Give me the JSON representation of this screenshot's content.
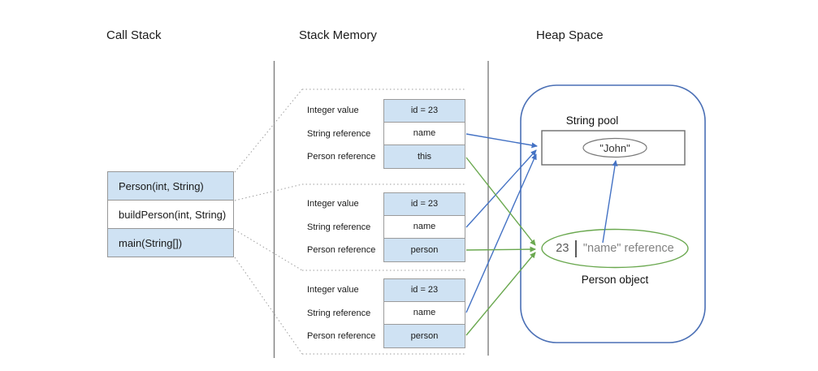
{
  "titles": {
    "call_stack": "Call Stack",
    "stack_memory": "Stack Memory",
    "heap_space": "Heap Space"
  },
  "call_stack": {
    "frames": [
      "Person(int, String)",
      "buildPerson(int, String)",
      "main(String[])"
    ]
  },
  "stack_memory": {
    "row_labels": [
      "Integer value",
      "String reference",
      "Person reference"
    ],
    "groups": [
      {
        "values": [
          "id = 23",
          "name",
          "this"
        ]
      },
      {
        "values": [
          "id = 23",
          "name",
          "person"
        ]
      },
      {
        "values": [
          "id = 23",
          "name",
          "person"
        ]
      }
    ]
  },
  "heap": {
    "string_pool_label": "String pool",
    "string_literal": "\"John\"",
    "person_id": "23",
    "person_name_ref": "\"name\" reference",
    "person_object_label": "Person object"
  },
  "colors": {
    "accent_blue": "#4472c4",
    "accent_green": "#6aa84f",
    "box_fill_blue": "#cfe2f3",
    "heap_border_blue": "#4a6fb5",
    "divider_gray": "#7f7f7f"
  }
}
